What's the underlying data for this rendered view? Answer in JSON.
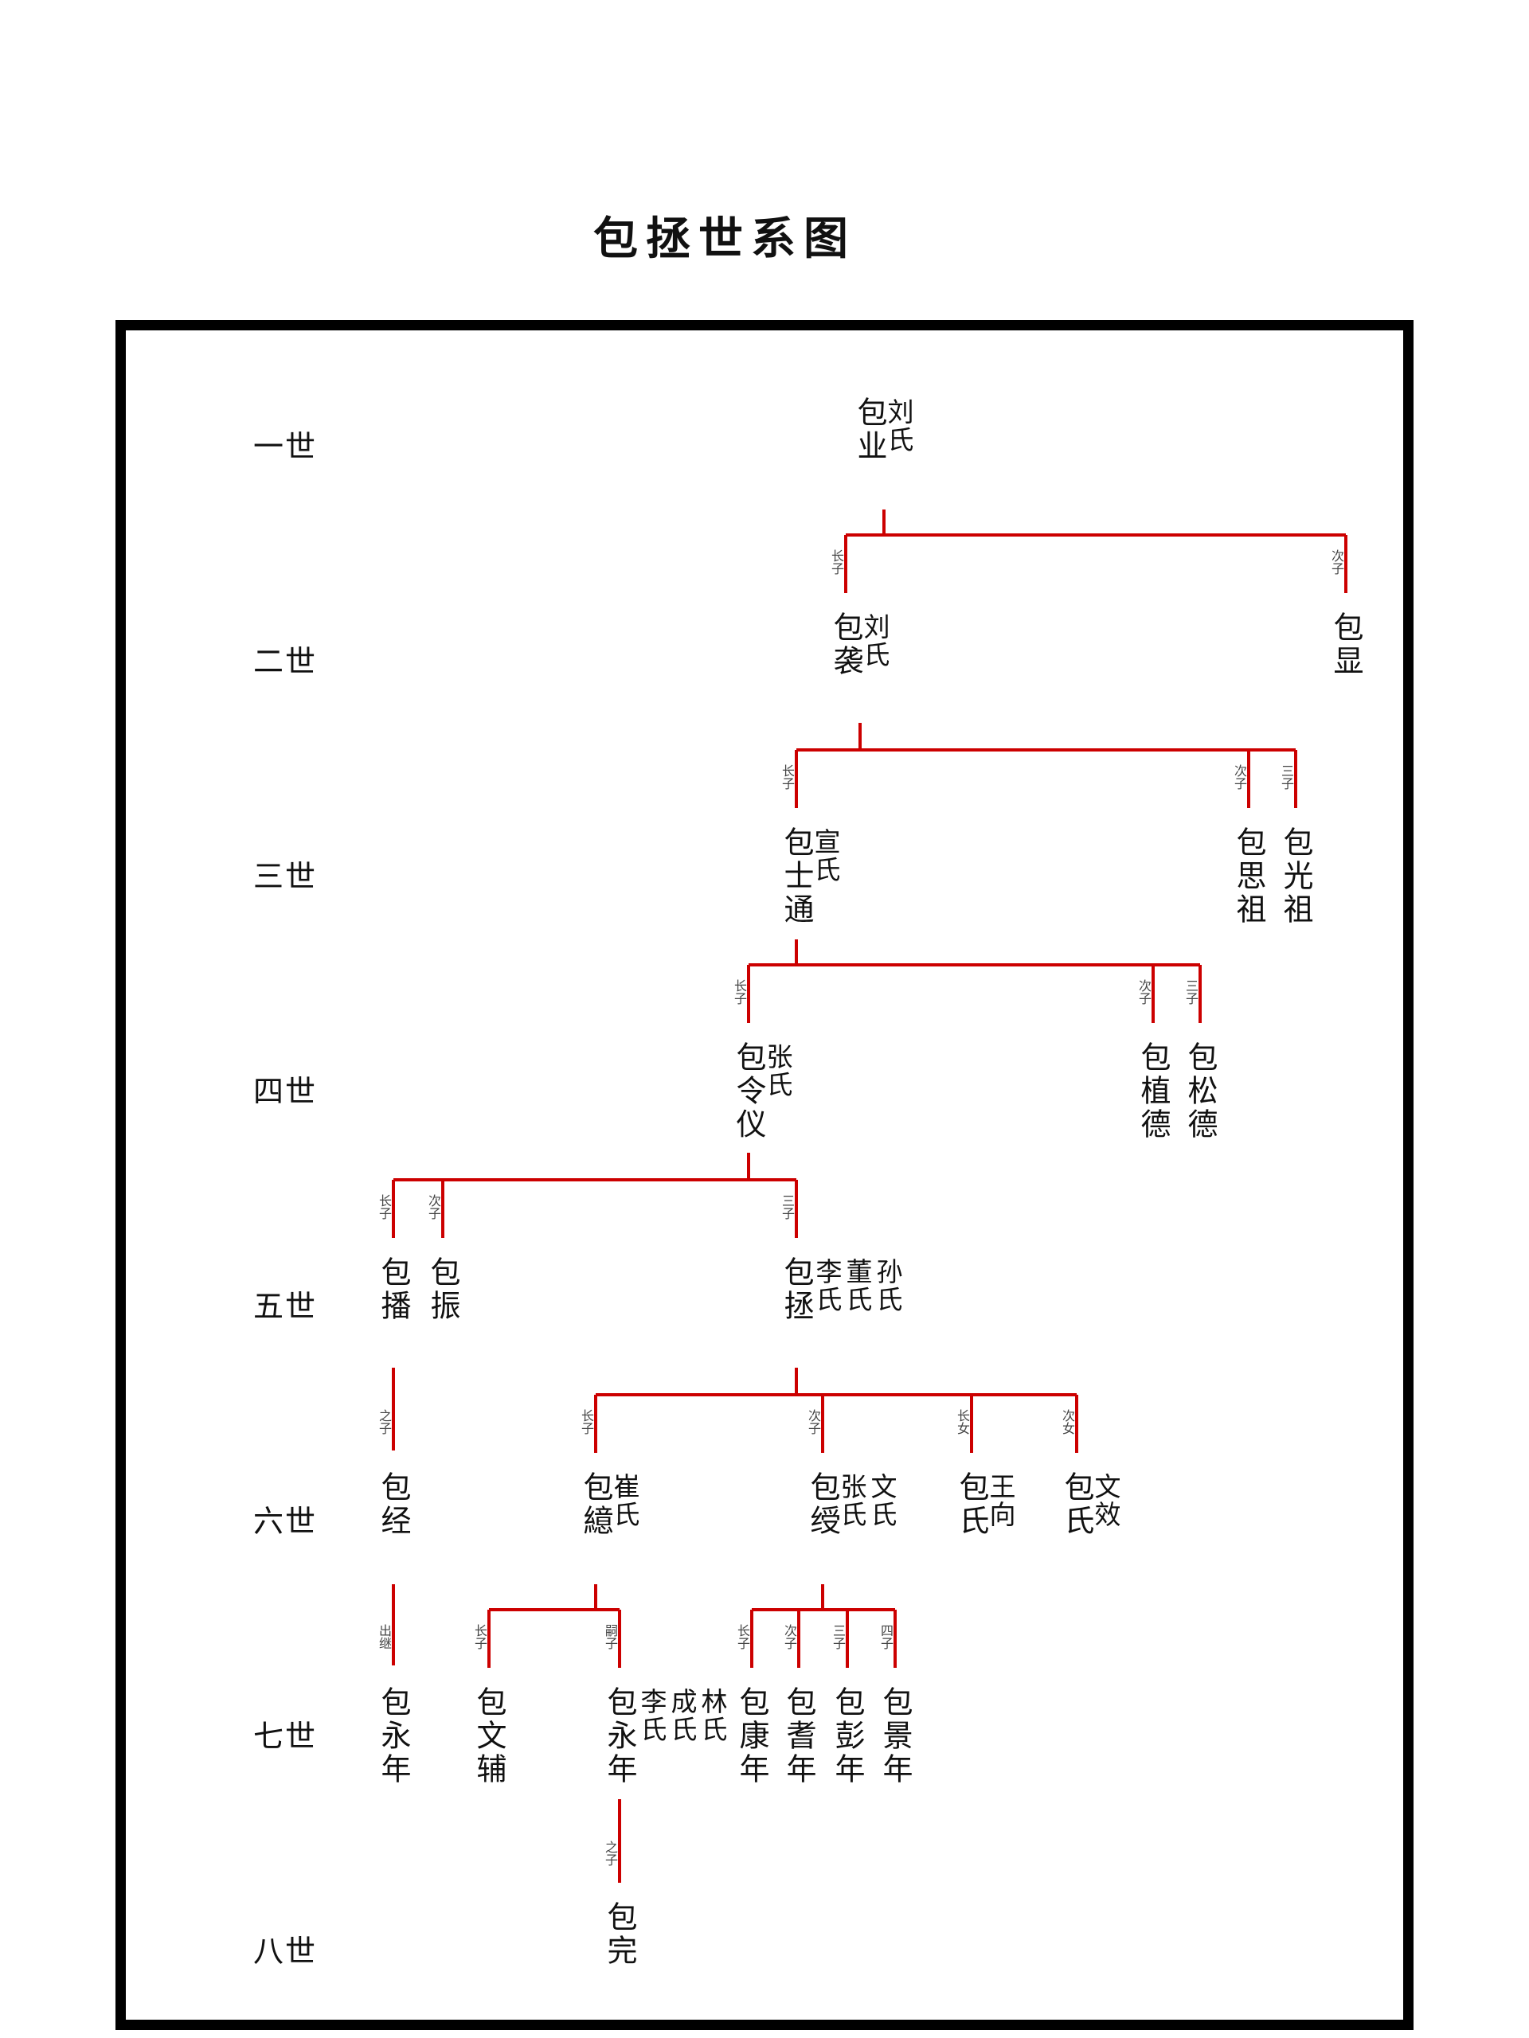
{
  "title": "包拯世系图",
  "colors": {
    "line": "#cc0000",
    "frame": "#000000"
  },
  "generations": [
    "一世",
    "二世",
    "三世",
    "四世",
    "五世",
    "六世",
    "七世",
    "八世"
  ],
  "g1": {
    "name": "包业",
    "spouse": "刘氏"
  },
  "g2": {
    "c1_label": "长子",
    "c1_name": "包袭",
    "c1_spouse": "刘氏",
    "c2_label": "次子",
    "c2_name": "包显"
  },
  "g3": {
    "c1_label": "长子",
    "c1_name": "包士通",
    "c1_spouse": "宣氏",
    "c2_label": "次子",
    "c2_name": "包思祖",
    "c3_label": "三子",
    "c3_name": "包光祖"
  },
  "g4": {
    "c1_label": "长子",
    "c1_name": "包令仪",
    "c1_spouse": "张氏",
    "c2_label": "次子",
    "c2_name": "包植德",
    "c3_label": "三子",
    "c3_name": "包松德"
  },
  "g5": {
    "c1_label": "长子",
    "c1_name": "包播",
    "c2_label": "次子",
    "c2_name": "包振",
    "c3_label": "三子",
    "c3_name": "包拯",
    "c3_sp1": "李氏",
    "c3_sp2": "董氏",
    "c3_sp3": "孙氏"
  },
  "g6": {
    "b_label": "之子",
    "b_name": "包经",
    "c1_label": "长子",
    "c1_name": "包繶",
    "c1_spouse": "崔氏",
    "c2_label": "次子",
    "c2_name": "包绶",
    "c2_sp1": "张氏",
    "c2_sp2": "文氏",
    "d1_label": "长女",
    "d1_name": "包氏",
    "d1_spouse": "王向",
    "d2_label": "次女",
    "d2_name": "包氏",
    "d2_spouse": "文效"
  },
  "g7": {
    "a_label": "出继",
    "a_name": "包永年",
    "b_label": "长子",
    "b_name": "包文辅",
    "c_label": "嗣子",
    "c_name": "包永年",
    "c_sp1": "李氏",
    "c_sp2": "成氏",
    "c_sp3": "林氏",
    "d1_label": "长子",
    "d1_name": "包康年",
    "d2_label": "次子",
    "d2_name": "包耆年",
    "d3_label": "三子",
    "d3_name": "包彭年",
    "d4_label": "四子",
    "d4_name": "包景年"
  },
  "g8": {
    "a_label": "之子",
    "a_name": "包完"
  }
}
